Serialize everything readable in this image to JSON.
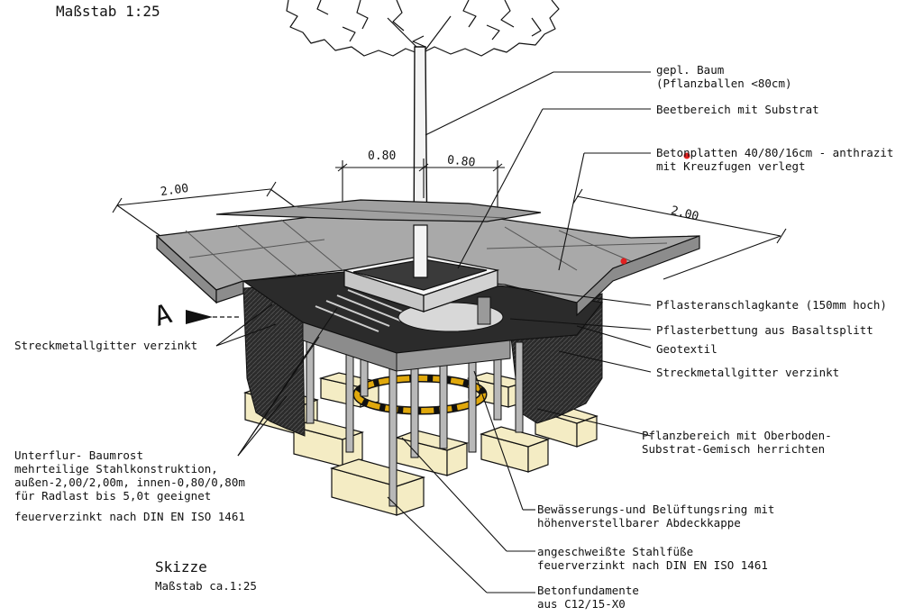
{
  "header": {
    "scale_title": "Maßstab 1:25"
  },
  "dimensions": {
    "left_width": "2.00",
    "right_width": "2.00",
    "inner_left": "0.80",
    "inner_right": "0.80"
  },
  "section_marker": "A",
  "labels": {
    "tree": [
      "gepl. Baum",
      "(Pflanzballen <80cm)"
    ],
    "bed": [
      "Beetbereich mit Substrat"
    ],
    "slabs": [
      "Betonplatten 40/80/16cm - anthrazit",
      "mit Kreuzfugen verlegt"
    ],
    "curb": [
      "Pflasteranschlagkante (150mm hoch)"
    ],
    "bedding": [
      "Pflasterbettung aus Basaltsplitt"
    ],
    "geotextile": [
      "Geotextil"
    ],
    "mesh_right": [
      "Streckmetallgitter verzinkt"
    ],
    "mesh_left": [
      "Streckmetallgitter verzinkt"
    ],
    "planting": [
      "Pflanzbereich mit Oberboden-",
      "Substrat-Gemisch herrichten"
    ],
    "grate": [
      "Unterflur- Baumrost",
      "mehrteilige Stahlkonstruktion,",
      "außen-2,00/2,00m, innen-0,80/0,80m",
      "für Radlast bis 5,0t geeignet"
    ],
    "galvanized": [
      "feuerverzinkt nach DIN EN ISO 1461"
    ],
    "irrigation": [
      "Bewässerungs-und Belüftungsring mit",
      "höhenverstellbarer Abdeckkappe"
    ],
    "feet": [
      "angeschweißte Stahlfüße",
      "feuerverzinkt nach DIN EN ISO 1461"
    ],
    "foundations": [
      "Betonfundamente",
      "aus C12/15-X0"
    ]
  },
  "footer": {
    "sketch_title": "Skizze",
    "sketch_scale": "Maßstab ca.1:25"
  },
  "colors": {
    "slab": "#a9a9a9",
    "slab_side": "#8c8c8c",
    "mesh": "#2b2b2b",
    "foundation": "#f4ecc4",
    "steel": "#b8b8b8",
    "ring": "#e0a80c",
    "marker": "#e02020"
  }
}
